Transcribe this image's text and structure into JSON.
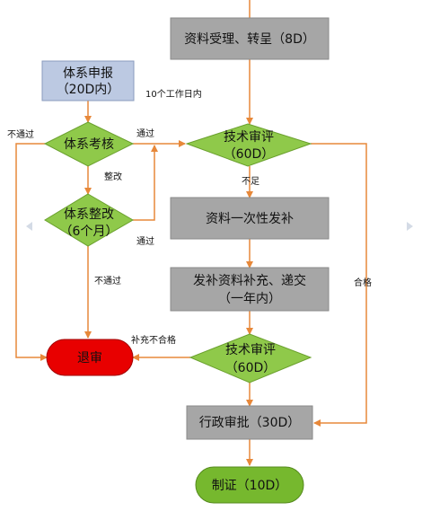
{
  "nodes": {
    "material_accept": "资料受理、转呈（8D）",
    "system_declare_1": "体系申报",
    "system_declare_2": "（20D内）",
    "system_audit": "体系考核",
    "tech_review_1_a": "技术审评",
    "tech_review_1_b": "（60D）",
    "system_rectify_a": "体系整改",
    "system_rectify_b": "（6个月）",
    "supplement_once": "资料一次性发补",
    "supplement_submit_a": "发补资料补充、递交",
    "supplement_submit_b": "（一年内）",
    "rejected": "退审",
    "tech_review_2_a": "技术审评",
    "tech_review_2_b": "（60D）",
    "admin_approval": "行政审批（30D）",
    "certificate": "制证（10D）"
  },
  "labels": {
    "within_10_days": "10个工作日内",
    "fail_left": "不通过",
    "pass_top": "通过",
    "rectify": "整改",
    "not_ok": "不足",
    "pass_bottom": "通过",
    "fail_bottom": "不通过",
    "qualified": "合格",
    "supplement_unqualified": "补充不合格"
  },
  "colors": {
    "gray_box": "#a6a6a6",
    "blue_box": "#bcc9e2",
    "green_diamond": "#8fc94a",
    "green_terminal": "#76b82e",
    "red_terminal": "#e80000",
    "arrow": "#e7883a"
  }
}
